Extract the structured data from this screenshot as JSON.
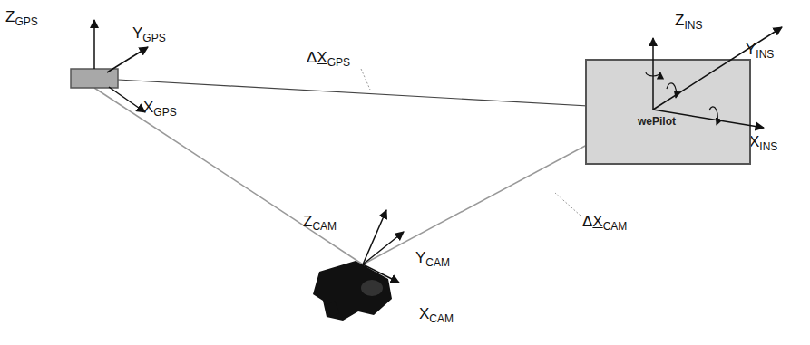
{
  "diagram": {
    "nodes": [
      {
        "text": [
          "wePilot"
        ]
      }
    ],
    "labels": [
      "ZGPS",
      "YGPS",
      "XGPS",
      "ΔXGPS",
      "ZINS",
      "YINS",
      "XINS",
      "ZCAM",
      "YCAM",
      "XCAM",
      "ΔXCAM"
    ]
  }
}
